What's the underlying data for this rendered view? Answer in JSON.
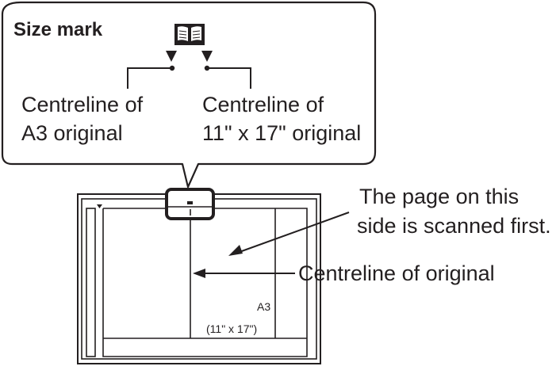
{
  "callout": {
    "title": "Size mark",
    "left_line1": "Centreline of",
    "left_line2": "A3 original",
    "right_line1": "Centreline of",
    "right_line2": "11\" x 17\" original",
    "book_icon": "open-book-icon"
  },
  "scanner": {
    "first_side_line1": "The page on this",
    "first_side_line2": "side is scanned first.",
    "centreline_label": "Centreline of original",
    "paper_size_1": "A3",
    "paper_size_2": "(11\" x 17\")"
  },
  "colors": {
    "ink": "#231f20",
    "background": "#ffffff"
  }
}
